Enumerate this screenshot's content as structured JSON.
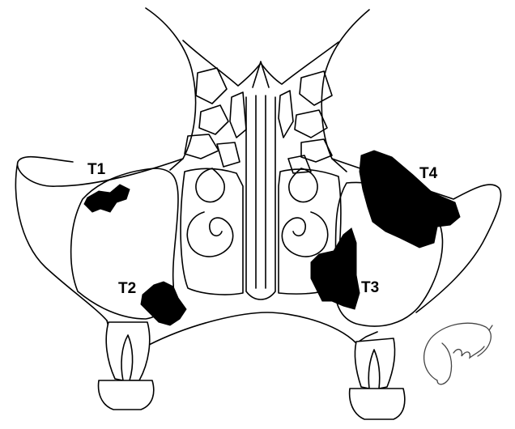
{
  "labels": {
    "t1": "T1",
    "t2": "T2",
    "t3": "T3",
    "t4": "T4"
  },
  "signature": "Yalur",
  "colors": {
    "outline": "#000000",
    "lesion": "#000000",
    "background": "#ffffff"
  }
}
